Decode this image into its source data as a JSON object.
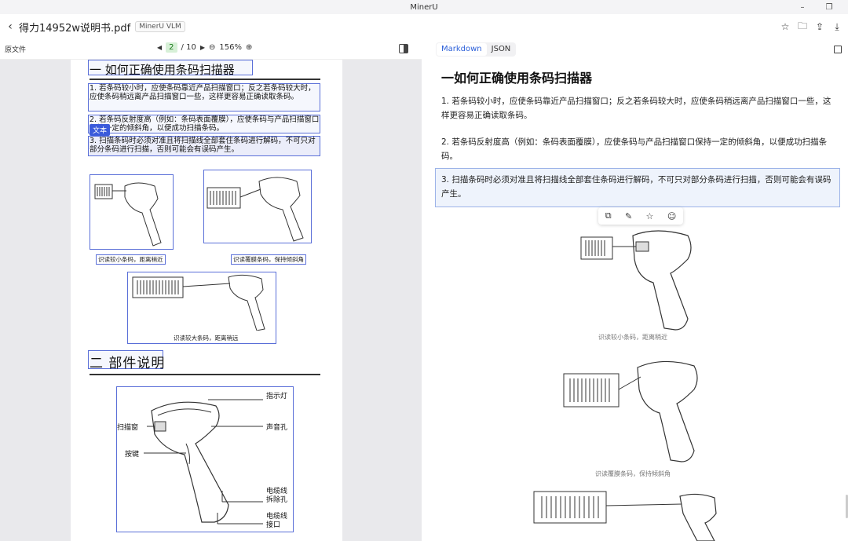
{
  "window": {
    "title": "MinerU",
    "min": "–",
    "restore": "❐"
  },
  "header": {
    "back": "‹",
    "filename": "得力14952w说明书.pdf",
    "badge": "MinerU VLM"
  },
  "actions": {
    "star": "☆",
    "folder": "🗀",
    "share": "⇪",
    "download": "⤓"
  },
  "left_toolbar": {
    "label": "原文件",
    "prev": "◀",
    "page": "2",
    "total": "/ 10",
    "next": "▶",
    "zoom_out": "⊖",
    "zoom": "156%",
    "zoom_in": "⊕"
  },
  "pdf": {
    "h1": "一 如何正确使用条码扫描器",
    "para1": "1. 若条码较小时，应使条码靠近产品扫描窗口；反之若条码较大时，应使条码稍远离产品扫描窗口一些，这样更容易正确读取条码。",
    "para2": "2. 若条码反射度高（例如：条码表面覆膜），应使条码与产品扫描窗口保持一定的倾斜角，以便成功扫描条码。",
    "para3": "3. 扫描条码时必须对准且将扫描线全部套住条码进行解码，不可只对部分条码进行扫描，否则可能会有误码产生。",
    "tag": "文本",
    "cap1": "识读较小条码，距离稍近",
    "cap2": "识读覆膜条码，保持倾斜角",
    "cap3": "识读较大条码，距离稍远",
    "h2": "二 部件说明",
    "parts": {
      "indicator": "指示灯",
      "window": "扫描窗",
      "sound": "声音孔",
      "key": "按键",
      "cable_hole": "电缆线\n拆除孔",
      "cable_port": "电缆线\n接口"
    }
  },
  "right": {
    "tabs": [
      "Markdown",
      "JSON"
    ],
    "h1": "一如何正确使用条码扫描器",
    "p1": "1. 若条码较小时，应使条码靠近产品扫描窗口；反之若条码较大时，应使条码稍远离产品扫描窗口一些，这样更容易正确读取条码。",
    "p2": "2. 若条码反射度高（例如：条码表面覆膜），应使条码与产品扫描窗口保持一定的倾斜角，以便成功扫描条码。",
    "p3": "3. 扫描条码时必须对准且将扫描线全部套住条码进行解码，不可只对部分条码进行扫描，否则可能会有误码产生。",
    "cap1": "识读较小条码，距离稍近",
    "cap2": "识读覆膜条码，保持倾斜角",
    "toolbar": {
      "copy": "⧉",
      "edit": "✎",
      "star": "☆",
      "emoji": "☺"
    }
  }
}
